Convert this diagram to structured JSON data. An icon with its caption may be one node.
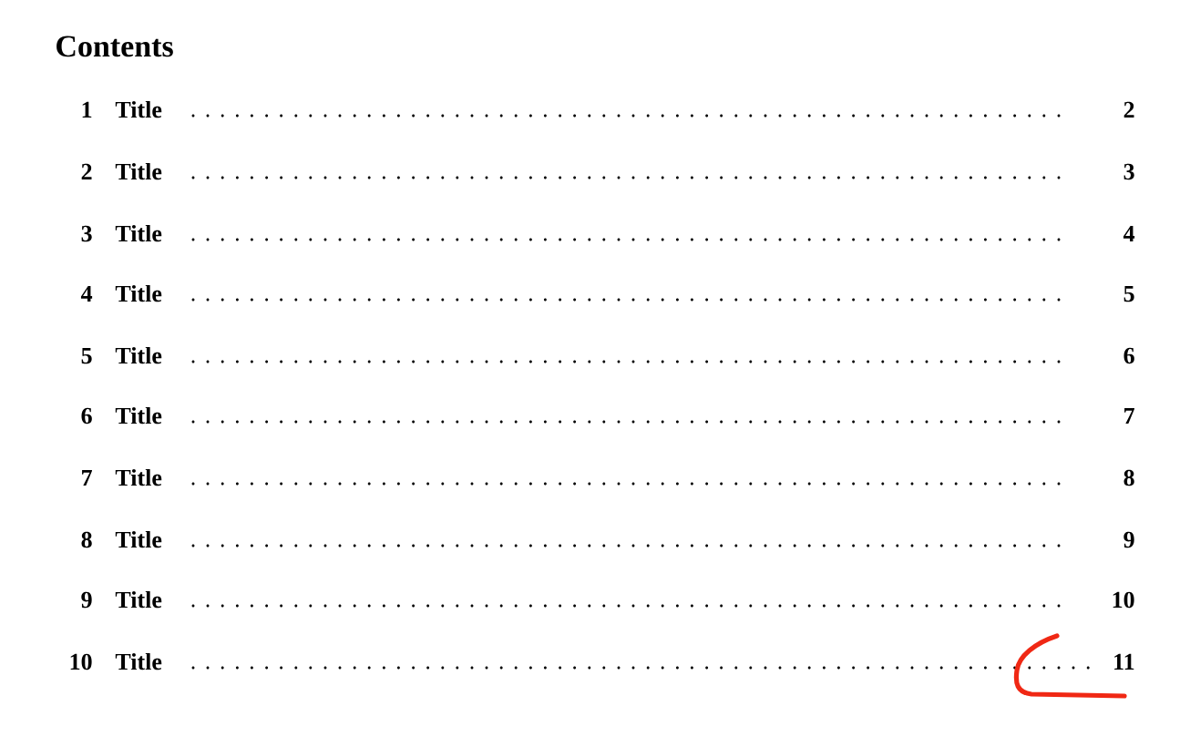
{
  "diagram": {
    "title": "Contents",
    "labels": [
      "1",
      "Title",
      "2",
      "2",
      "Title",
      "3",
      "3",
      "Title",
      "4",
      "4",
      "Title",
      "5",
      "5",
      "Title",
      "6",
      "6",
      "Title",
      "7",
      "7",
      "Title",
      "8",
      "8",
      "Title",
      "9",
      "9",
      "Title",
      "10",
      "10",
      "Title",
      "11"
    ]
  }
}
